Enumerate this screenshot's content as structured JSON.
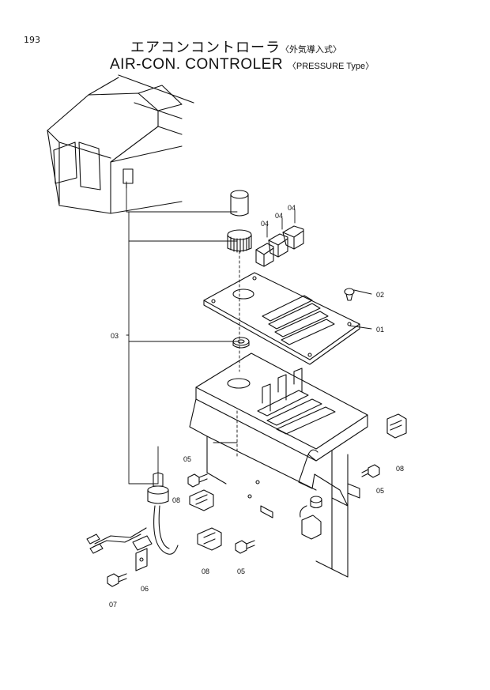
{
  "page": {
    "number": "193",
    "title_jp": "エアコンコントローラ",
    "title_jp_sub": "〈外気導入式〉",
    "title_en": "AIR-CON. CONTROLER",
    "title_en_sub": "〈PRESSURE Type〉"
  },
  "parts": {
    "p01": "01",
    "p02": "02",
    "p03": "03",
    "p04a": "04",
    "p04b": "04",
    "p04c": "04",
    "p05a": "05",
    "p05b": "05",
    "p05c": "05",
    "p06": "06",
    "p07": "07",
    "p08a": "08",
    "p08b": "08",
    "p08c": "08"
  }
}
